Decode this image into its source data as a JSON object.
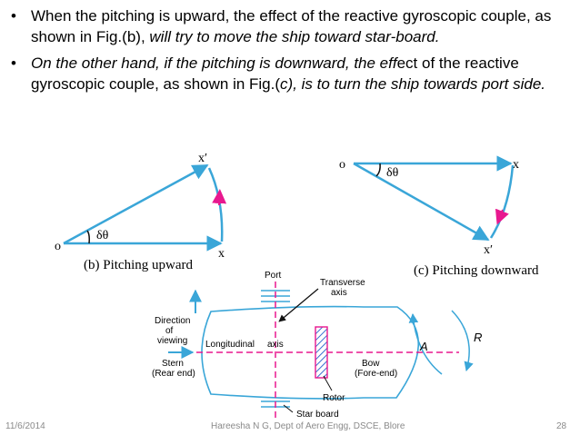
{
  "bullets": [
    {
      "plain": "When the pitching is upward, the effect of the reactive gyroscopic couple, as shown in Fig.(",
      "fig": "b",
      "mid": "), ",
      "italic": "will try to move the ship toward star-board."
    },
    {
      "italic_a": "On the other hand, if the pitching is downward, the eff",
      "plain_b": "ect of the reactive gyroscopic couple, as shown in Fig.(",
      "fig": "c",
      "italic_c": "), is to turn the ship towards port side."
    }
  ],
  "fig_b": {
    "o": "o",
    "x": "x",
    "xprime": "x′",
    "angle": "δθ",
    "caption": "(b) Pitching upward"
  },
  "fig_c": {
    "o": "o",
    "x": "x",
    "xprime": "x′",
    "angle": "δθ",
    "caption": "(c) Pitching downward"
  },
  "ship": {
    "port": "Port",
    "transverse": [
      "Transverse",
      "axis"
    ],
    "direction": [
      "Direction",
      "of",
      "viewing"
    ],
    "longitudinal": "Longitudinal",
    "axis": "axis",
    "stern": [
      "Stern",
      "(Rear end)"
    ],
    "bow": [
      "Bow",
      "(Fore-end)"
    ],
    "rotor": "Rotor",
    "starboard": "Star board",
    "a": "A",
    "r": "R"
  },
  "footer": {
    "date": "11/6/2014",
    "author": "Hareesha N G, Dept of Aero Engg, DSCE, Blore",
    "page": "28"
  },
  "colors": {
    "arrow": "#3aa6d8",
    "accent": "#e8188f",
    "hatch": "#e8188f"
  }
}
